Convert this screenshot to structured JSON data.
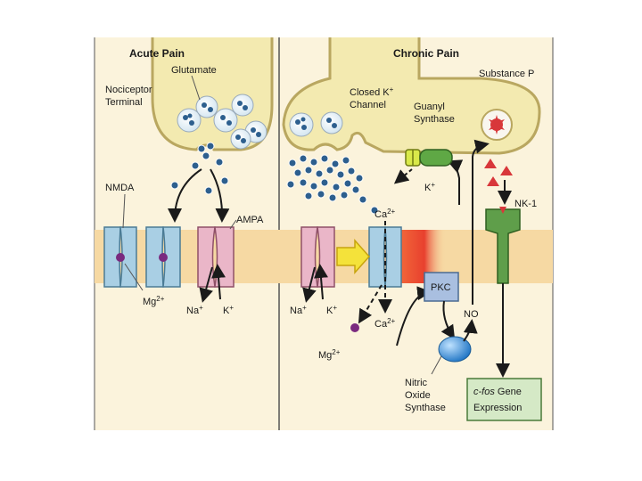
{
  "colors": {
    "terminal_fill": "#f3eab0",
    "terminal_stroke": "#b9a760",
    "background": "#fbf3dc",
    "membrane": "#f6d9a3",
    "nmda": "#a9cfe4",
    "ampa": "#eab6c8",
    "nk1": "#5f9e4a",
    "pkc": "#a9bfe0",
    "nos": "#3b94d8",
    "glutamate": "#2d5f8e",
    "substance_p": "#d8373a",
    "mg": "#7a2a7f",
    "gene_box": "#d5e9c6"
  },
  "titles": {
    "acute": "Acute Pain",
    "chronic": "Chronic Pain"
  },
  "labels": {
    "glutamate": "Glutamate",
    "nociceptor_1": "Nociceptor",
    "nociceptor_2": "Terminal",
    "nmda": "NMDA",
    "ampa": "AMPA",
    "mg_left": "Mg",
    "mg_right": "Mg",
    "mg_sup": "2+",
    "na_left": "Na",
    "k_left": "K",
    "na_right": "Na",
    "k_right": "K",
    "plus": "+",
    "closed_k_1": "Closed K",
    "closed_k_2": "Channel",
    "closed_k_sup": "+",
    "guanyl_1": "Guanyl",
    "guanyl_2": "Synthase",
    "k_out": "K",
    "substance_p": "Substance P",
    "nk1": "NK-1",
    "ca_top": "Ca",
    "ca_bottom": "Ca",
    "ca_sup": "2+",
    "pkc": "PKC",
    "no": "NO",
    "nitric_1": "Nitric",
    "nitric_2": "Oxide",
    "nitric_3": "Synthase",
    "cfos_italic": "c-fos",
    "cfos_rest": " Gene",
    "expression": "Expression"
  }
}
